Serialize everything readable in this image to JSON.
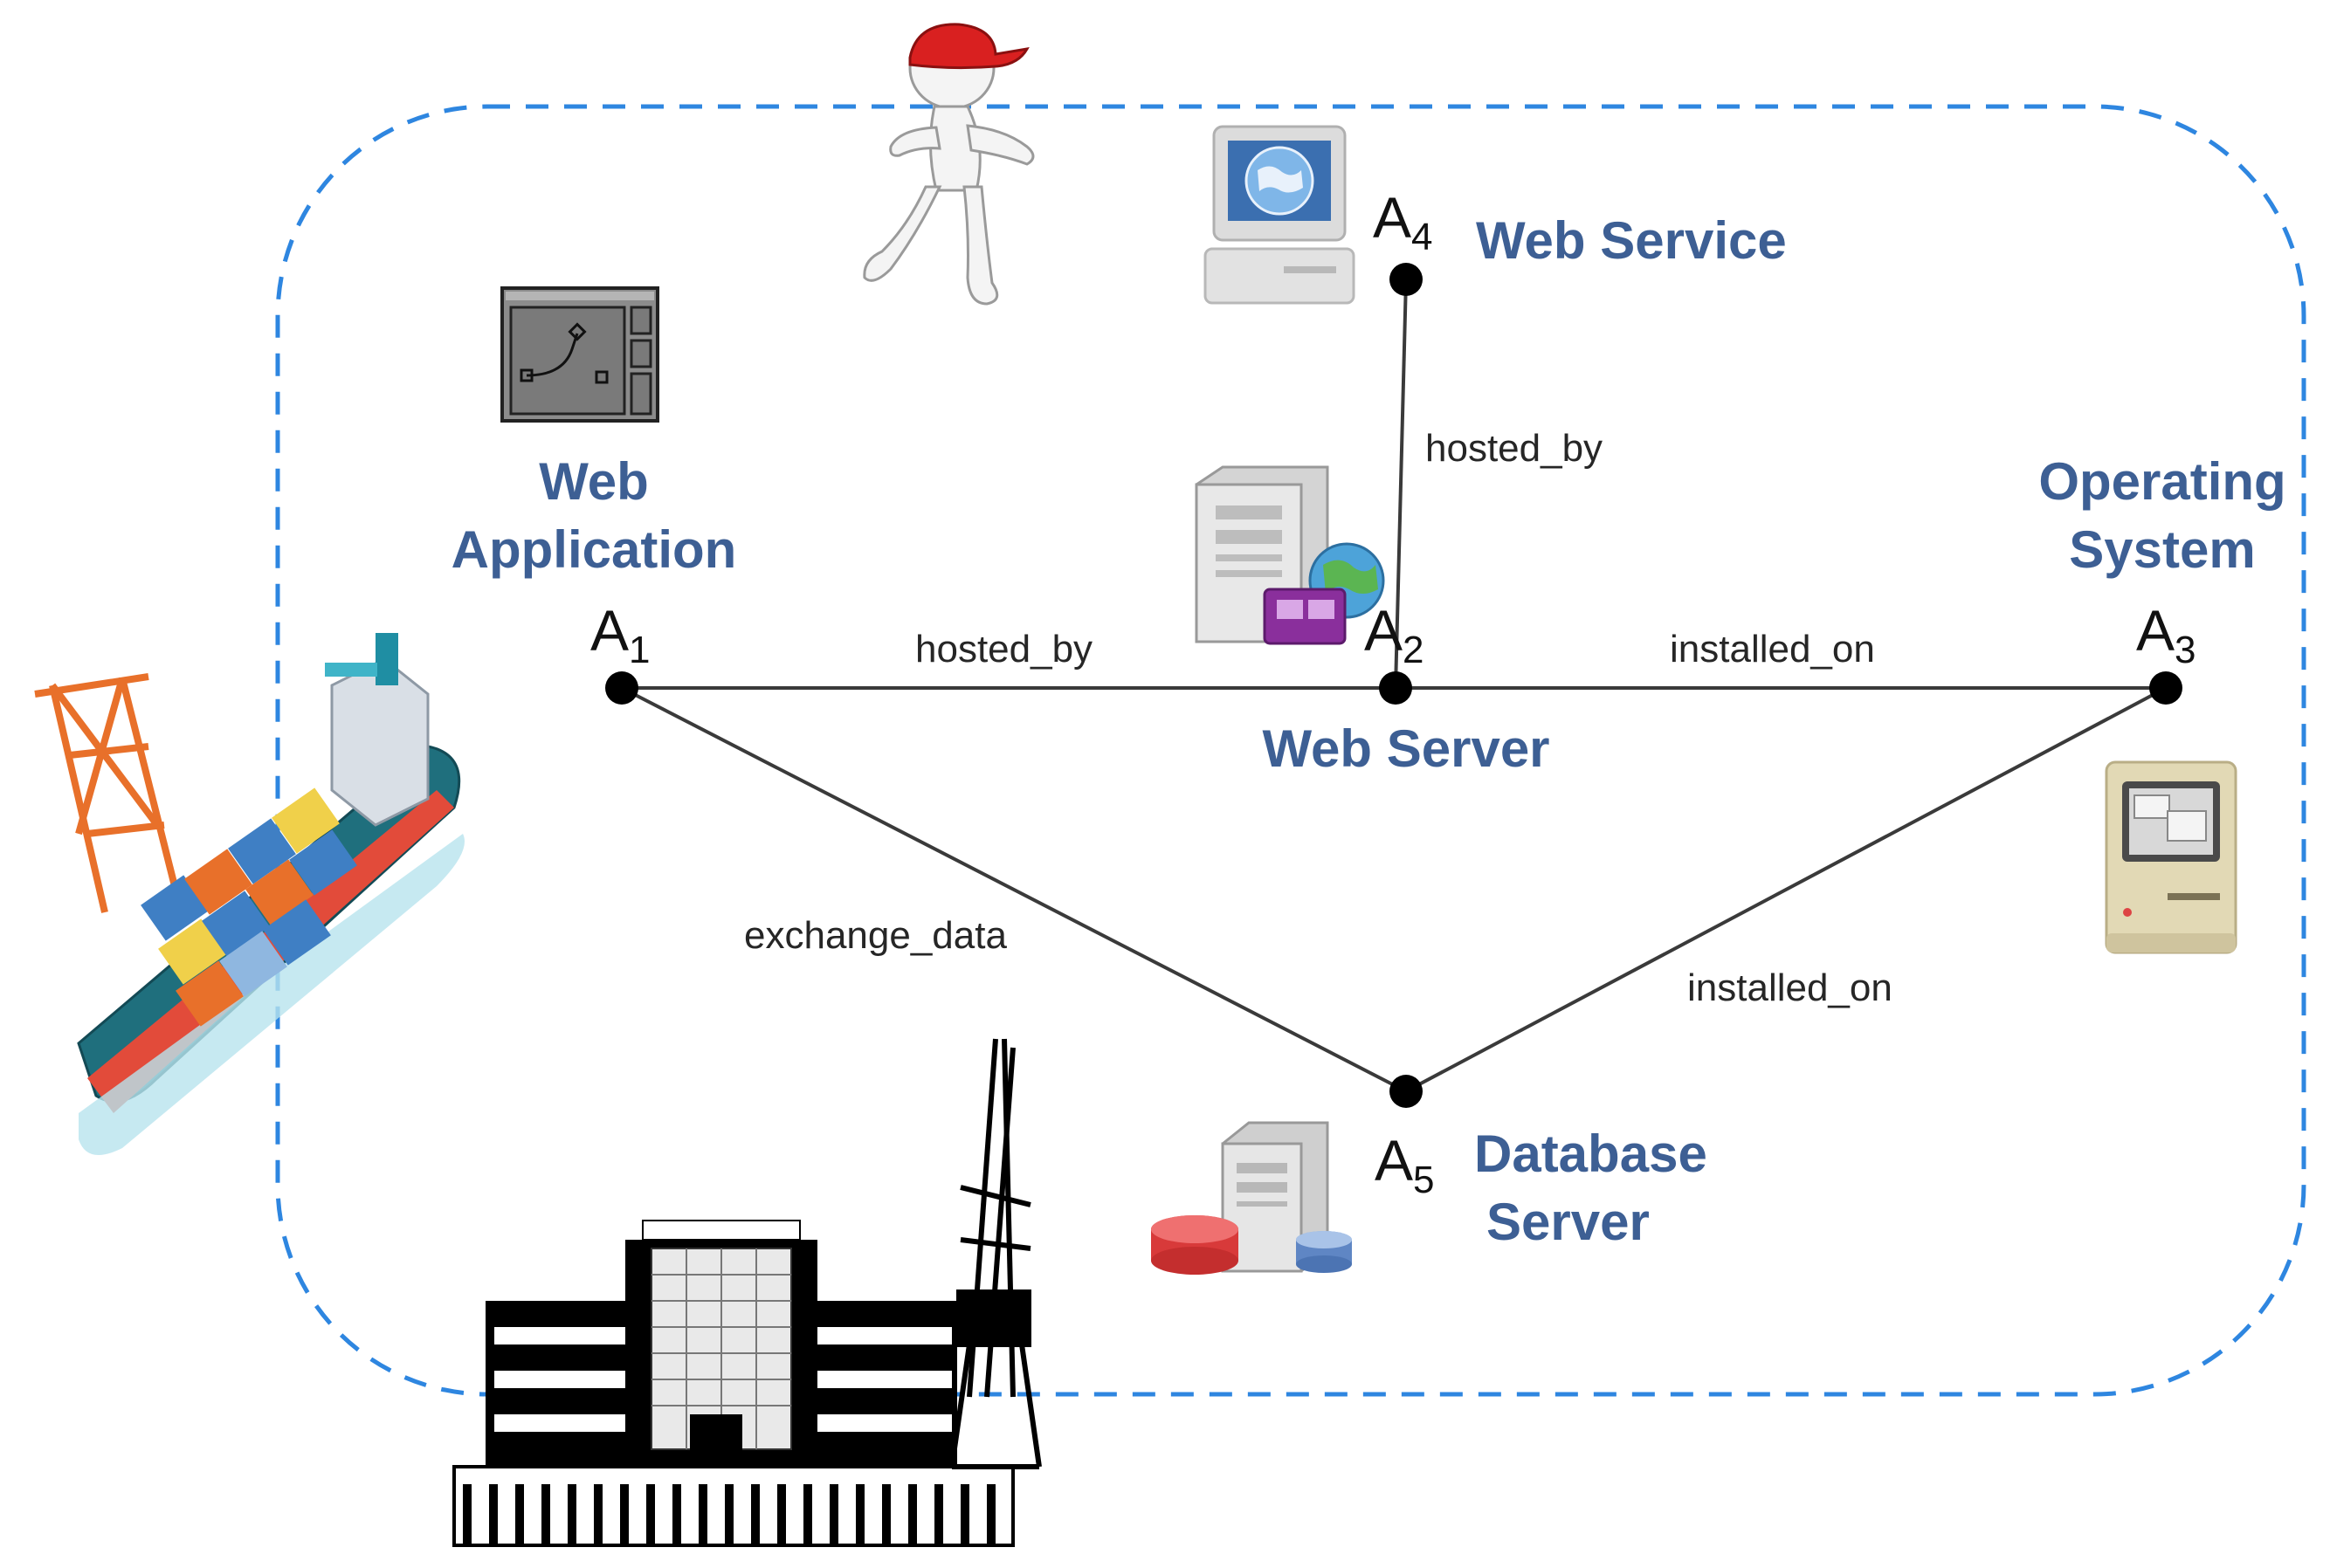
{
  "colors": {
    "boundary": "#2e86e0",
    "node_label": "#3d5f94",
    "edge": "#3a3a3a",
    "node_dot": "#000000"
  },
  "nodes": {
    "a1": {
      "letter": "A",
      "index": "1",
      "name_line1": "Web",
      "name_line2": "Application",
      "icon": "application-window-icon"
    },
    "a2": {
      "letter": "A",
      "index": "2",
      "name_line1": "Web Server",
      "icon": "web-server-icon"
    },
    "a3": {
      "letter": "A",
      "index": "3",
      "name_line1": "Operating",
      "name_line2": "System",
      "icon": "vintage-computer-icon"
    },
    "a4": {
      "letter": "A",
      "index": "4",
      "name_line1": "Web Service",
      "icon": "globe-monitor-icon"
    },
    "a5": {
      "letter": "A",
      "index": "5",
      "name_line1": "Database",
      "name_line2": "Server",
      "icon": "database-server-icon"
    }
  },
  "edges": {
    "a1_a2": "hosted_by",
    "a4_a2": "hosted_by",
    "a2_a3": "installed_on",
    "a1_a5": "exchange_data",
    "a5_a3": "installed_on"
  },
  "decorations": {
    "attacker": "attacker-figure-icon",
    "ship": "container-ship-icon",
    "building": "sea-terminal-building-icon",
    "crane": "port-crane-icon"
  }
}
